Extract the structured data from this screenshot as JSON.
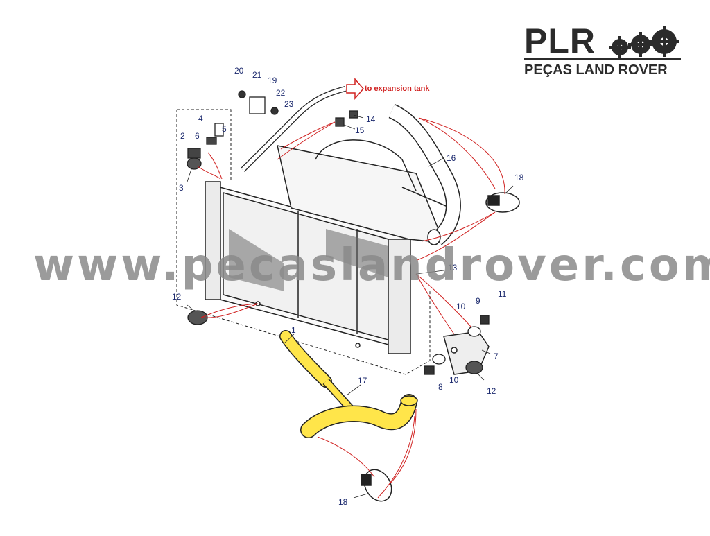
{
  "logo": {
    "mark": "PLR",
    "subtitle": "PEÇAS LAND ROVER"
  },
  "watermark": "www.pecaslandrover.com",
  "annotation": "to expansion tank",
  "colors": {
    "highlight_hose": "#ffe54a",
    "leader_lines": "#d0201f",
    "callout_text": "#1c2a6e",
    "watermark": "#8a8a8a"
  },
  "callouts": {
    "c1": "1",
    "c2": "2",
    "c3": "3",
    "c4": "4",
    "c5": "5",
    "c6": "6",
    "c7": "7",
    "c8": "8",
    "c9": "9",
    "c10a": "10",
    "c10b": "10",
    "c11": "11",
    "c12a": "12",
    "c12b": "12",
    "c13": "13",
    "c14": "14",
    "c15": "15",
    "c16": "16",
    "c17": "17",
    "c18a": "18",
    "c18b": "18",
    "c19": "19",
    "c20": "20",
    "c21": "21",
    "c22": "22",
    "c23": "23"
  }
}
